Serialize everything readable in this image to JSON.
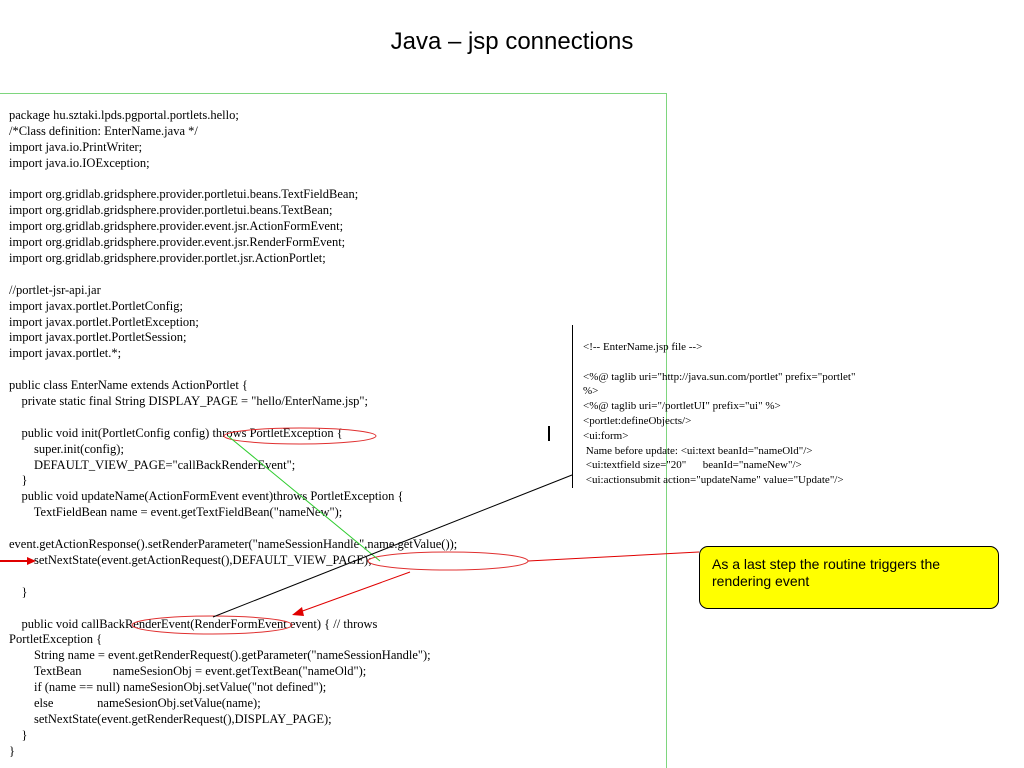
{
  "slide": {
    "title": "Java – jsp connections"
  },
  "java_code": {
    "lines": [
      "package hu.sztaki.lpds.pgportal.portlets.hello;",
      "/*Class definition: EnterName.java */",
      "import java.io.PrintWriter;",
      "import java.io.IOException;",
      "",
      "import org.gridlab.gridsphere.provider.portletui.beans.TextFieldBean;",
      "import org.gridlab.gridsphere.provider.portletui.beans.TextBean;",
      "import org.gridlab.gridsphere.provider.event.jsr.ActionFormEvent;",
      "import org.gridlab.gridsphere.provider.event.jsr.RenderFormEvent;",
      "import org.gridlab.gridsphere.provider.portlet.jsr.ActionPortlet;",
      "",
      "//portlet-jsr-api.jar",
      "import javax.portlet.PortletConfig;",
      "import javax.portlet.PortletException;",
      "import javax.portlet.PortletSession;",
      "import javax.portlet.*;",
      "",
      "public class EnterName extends ActionPortlet {",
      "    private static final String DISPLAY_PAGE = \"hello/EnterName.jsp\";",
      "",
      "    public void init(PortletConfig config) throws PortletException {",
      "        super.init(config);",
      "        DEFAULT_VIEW_PAGE=\"callBackRenderEvent\";",
      "    }",
      "    public void updateName(ActionFormEvent event)throws PortletException {",
      "        TextFieldBean name = event.getTextFieldBean(\"nameNew\");",
      "",
      "event.getActionResponse().setRenderParameter(\"nameSessionHandle\",name.getValue());",
      "        setNextState(event.getActionRequest(),DEFAULT_VIEW_PAGE);",
      "",
      "    }",
      "",
      "    public void callBackRenderEvent(RenderFormEvent event) { // throws",
      "PortletException {",
      "        String name = event.getRenderRequest().getParameter(\"nameSessionHandle\");",
      "        TextBean          nameSesionObj = event.getTextBean(\"nameOld\");",
      "        if (name == null) nameSesionObj.setValue(\"not defined\");",
      "        else              nameSesionObj.setValue(name);",
      "        setNextState(event.getRenderRequest(),DISPLAY_PAGE);",
      "    }",
      "}"
    ]
  },
  "jsp_code": {
    "lines": [
      "<!-- EnterName.jsp file -->",
      "",
      "<%@ taglib uri=\"http://java.sun.com/portlet\" prefix=\"portlet\"",
      "%>",
      "<%@ taglib uri=\"/portletUI\" prefix=\"ui\" %>",
      "<portlet:defineObjects/>",
      "<ui:form>",
      " Name before update: <ui:text beanId=\"nameOld\"/>",
      " <ui:textfield size=\"20\"      beanId=\"nameNew\"/>",
      " <ui:actionsubmit action=\"updateName\" value=\"Update\"/>"
    ]
  },
  "callout": {
    "text": "As a last step the routine triggers the rendering event"
  },
  "colors": {
    "box_border": "#7ed67e",
    "highlight_ellipse": "#e03030",
    "connector": "#2ecc2e",
    "arrow": "#e00000",
    "callout_fill": "#ffff00"
  }
}
